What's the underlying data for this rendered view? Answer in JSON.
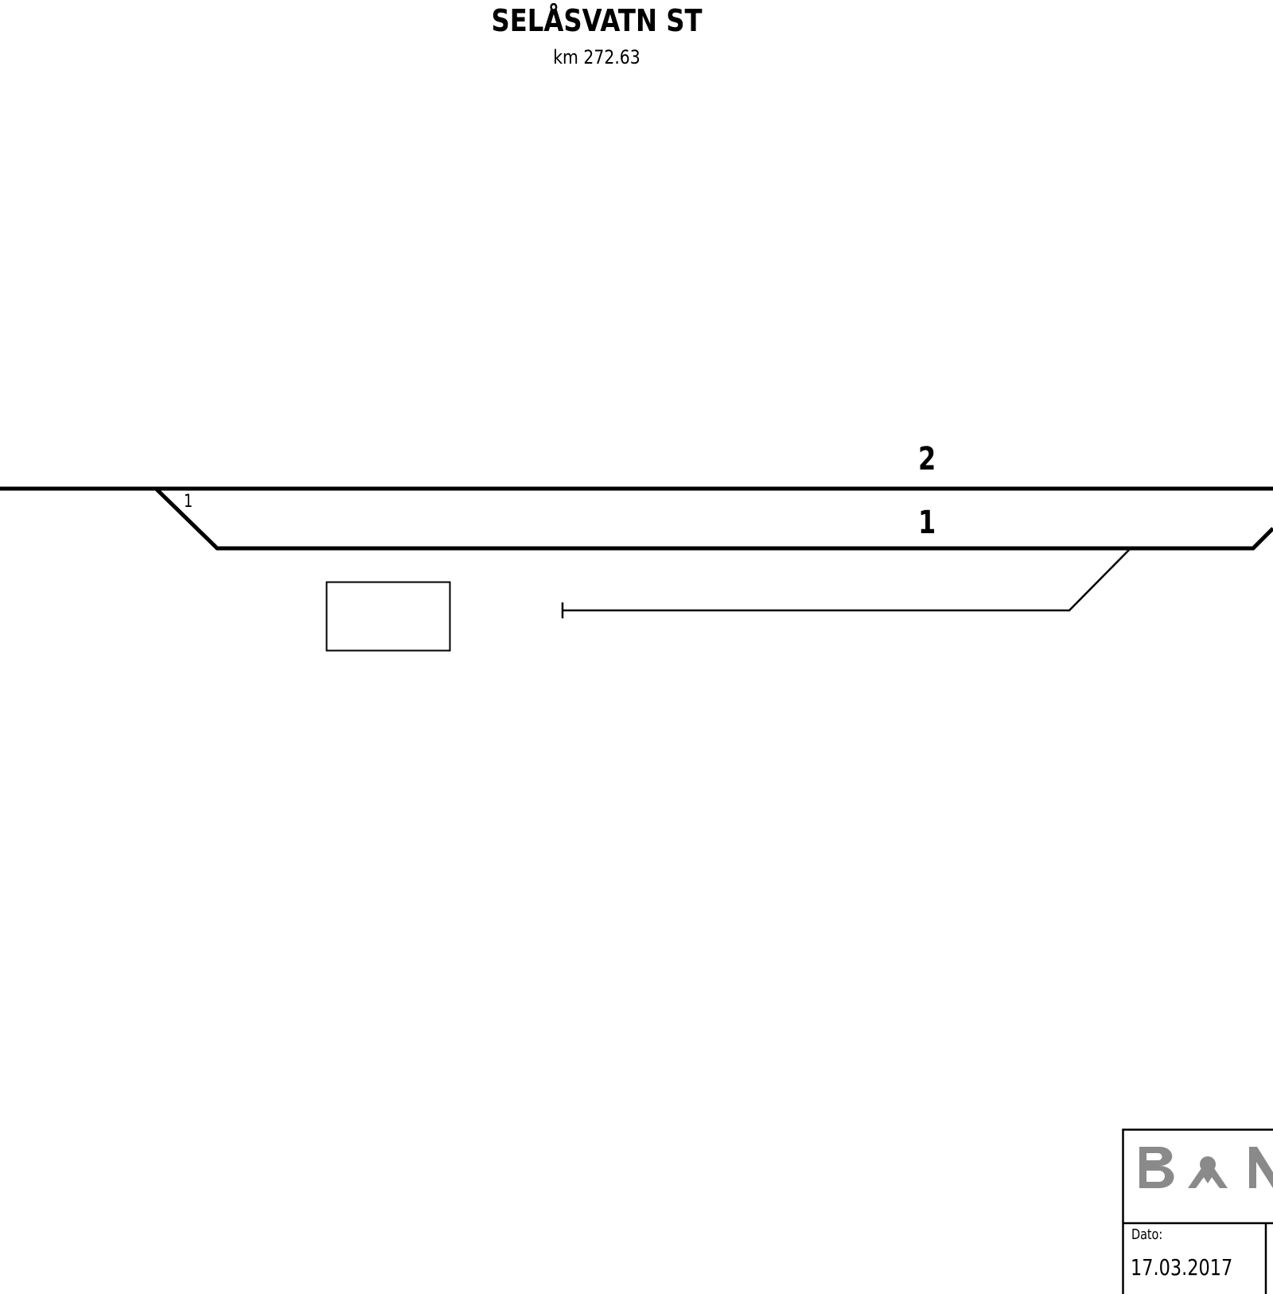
{
  "title": "SELÅSVATN ST",
  "subtitle": "km 272.63",
  "tracks": {
    "track_2_label": "2",
    "track_1_label": "1"
  },
  "switches": {
    "switch_1_label": "1"
  },
  "title_block": {
    "logo_text": "BANE NOR",
    "date_label": "Dato:",
    "date_value": "17.03.2017"
  },
  "colors": {
    "line": "#000000",
    "logo_gray": "#8a8a8a",
    "background": "#ffffff"
  }
}
